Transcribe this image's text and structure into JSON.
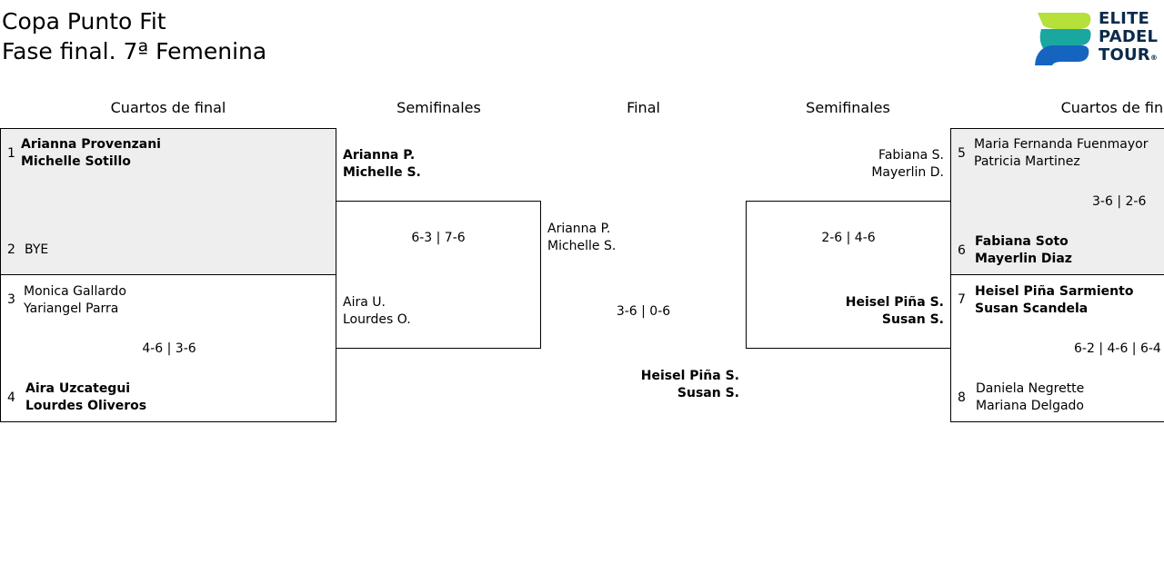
{
  "header": {
    "line1": "Copa Punto Fit",
    "line2": "Fase final. 7ª Femenina"
  },
  "logo": {
    "line1": "ELITE",
    "line2": "PADEL",
    "line3": "TOUR",
    "mark": "®"
  },
  "columns": {
    "qf_left": "Cuartos de final",
    "sf_left": "Semifinales",
    "final": "Final",
    "sf_right": "Semifinales",
    "qf_right": "Cuartos de final"
  },
  "qf_left": {
    "m1": {
      "seed_a": "1",
      "a1": "Arianna Provenzani",
      "a2": "Michelle Sotillo",
      "seed_b": "2",
      "b1": "BYE"
    },
    "m2": {
      "seed_a": "3",
      "a1": "Monica Gallardo",
      "a2": "Yariangel Parra",
      "score": "4-6 | 3-6",
      "seed_b": "4",
      "b1": "Aira Uzcategui",
      "b2": "Lourdes Oliveros"
    }
  },
  "sf_left": {
    "a1": "Arianna P.",
    "a2": "Michelle S.",
    "score": "6-3 | 7-6",
    "b1": "Aira U.",
    "b2": "Lourdes O."
  },
  "final": {
    "a1": "Arianna P.",
    "a2": "Michelle S.",
    "score": "3-6 | 0-6",
    "b1": "Heisel Piña S.",
    "b2": "Susan S."
  },
  "sf_right": {
    "a1": "Fabiana S.",
    "a2": "Mayerlin D.",
    "score": "2-6 | 4-6",
    "b1": "Heisel Piña S.",
    "b2": "Susan S."
  },
  "qf_right": {
    "m1": {
      "seed_a": "5",
      "a1": "Maria Fernanda Fuenmayor",
      "a2": "Patricia Martinez",
      "score": "3-6 | 2-6",
      "seed_b": "6",
      "b1": "Fabiana Soto",
      "b2": "Mayerlin Diaz"
    },
    "m2": {
      "seed_a": "7",
      "a1": "Heisel Piña Sarmiento",
      "a2": "Susan Scandela",
      "score": "6-2 | 4-6 | 6-4",
      "seed_b": "8",
      "b1": "Daniela Negrette",
      "b2": "Mariana Delgado"
    }
  },
  "colors": {
    "box_shade": "#eeeeee",
    "logo_green": "#b6e03a",
    "logo_teal": "#19a7a0",
    "logo_blue": "#1565c0",
    "logo_navy": "#0b2a4a"
  }
}
